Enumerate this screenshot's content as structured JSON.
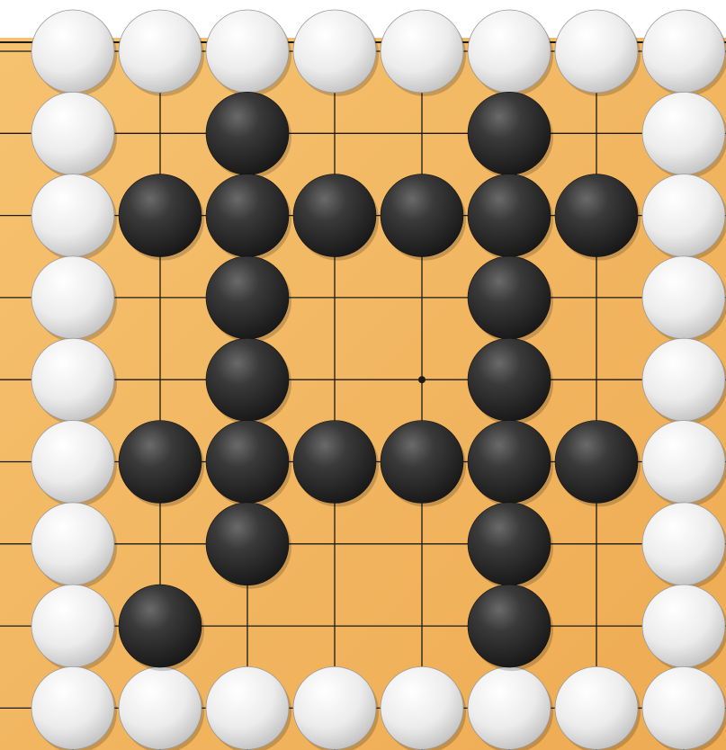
{
  "board": {
    "size": 9,
    "colors": {
      "wood": "#f2b55e",
      "wood_light": "#f6c778",
      "grid_line": "#1a1a1a",
      "black_stone": "#2a2a2a",
      "white_stone": "#f4f4f4"
    },
    "hoshi": [
      [
        4,
        4
      ]
    ],
    "stones": {
      "white": [
        [
          0,
          0
        ],
        [
          1,
          0
        ],
        [
          2,
          0
        ],
        [
          3,
          0
        ],
        [
          4,
          0
        ],
        [
          5,
          0
        ],
        [
          6,
          0
        ],
        [
          7,
          0
        ],
        [
          0,
          1
        ],
        [
          0,
          2
        ],
        [
          0,
          3
        ],
        [
          0,
          4
        ],
        [
          0,
          5
        ],
        [
          0,
          6
        ],
        [
          0,
          7
        ],
        [
          7,
          1
        ],
        [
          7,
          2
        ],
        [
          7,
          3
        ],
        [
          7,
          4
        ],
        [
          7,
          5
        ],
        [
          7,
          6
        ],
        [
          7,
          7
        ],
        [
          0,
          8
        ],
        [
          1,
          8
        ],
        [
          2,
          8
        ],
        [
          3,
          8
        ],
        [
          4,
          8
        ],
        [
          5,
          8
        ],
        [
          6,
          8
        ],
        [
          7,
          8
        ]
      ],
      "black": [
        [
          2,
          1
        ],
        [
          5,
          1
        ],
        [
          1,
          2
        ],
        [
          2,
          2
        ],
        [
          3,
          2
        ],
        [
          4,
          2
        ],
        [
          5,
          2
        ],
        [
          6,
          2
        ],
        [
          2,
          3
        ],
        [
          5,
          3
        ],
        [
          2,
          4
        ],
        [
          5,
          4
        ],
        [
          1,
          5
        ],
        [
          2,
          5
        ],
        [
          3,
          5
        ],
        [
          4,
          5
        ],
        [
          5,
          5
        ],
        [
          6,
          5
        ],
        [
          2,
          6
        ],
        [
          5,
          6
        ],
        [
          1,
          7
        ],
        [
          5,
          7
        ]
      ]
    }
  },
  "heading": {
    "text": ""
  }
}
